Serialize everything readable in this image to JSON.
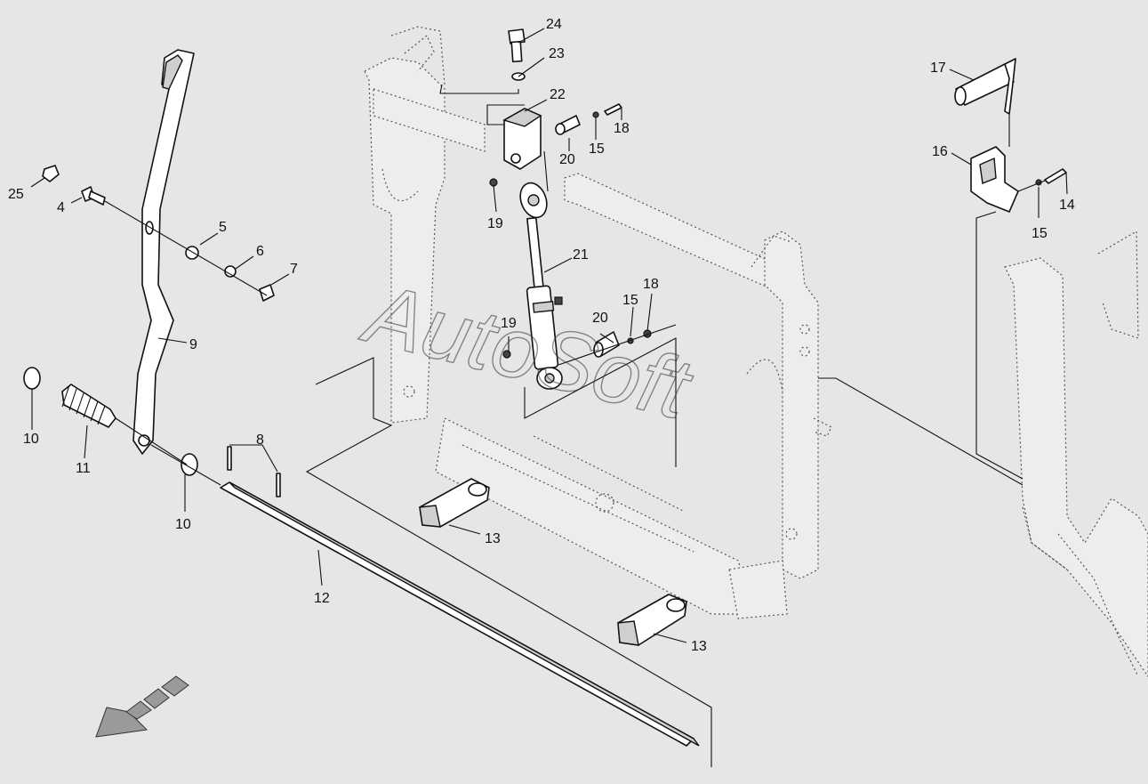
{
  "watermark": "AutoSoft",
  "callouts": [
    {
      "id": "c24",
      "label": "24"
    },
    {
      "id": "c23",
      "label": "23"
    },
    {
      "id": "c22",
      "label": "22"
    },
    {
      "id": "c20a",
      "label": "20"
    },
    {
      "id": "c15a",
      "label": "15"
    },
    {
      "id": "c18a",
      "label": "18"
    },
    {
      "id": "c19a",
      "label": "19"
    },
    {
      "id": "c21",
      "label": "21"
    },
    {
      "id": "c15b",
      "label": "15"
    },
    {
      "id": "c18b",
      "label": "18"
    },
    {
      "id": "c20b",
      "label": "20"
    },
    {
      "id": "c19b",
      "label": "19"
    },
    {
      "id": "c17",
      "label": "17"
    },
    {
      "id": "c16",
      "label": "16"
    },
    {
      "id": "c14",
      "label": "14"
    },
    {
      "id": "c15c",
      "label": "15"
    },
    {
      "id": "c25",
      "label": "25"
    },
    {
      "id": "c4",
      "label": "4"
    },
    {
      "id": "c5",
      "label": "5"
    },
    {
      "id": "c6",
      "label": "6"
    },
    {
      "id": "c7",
      "label": "7"
    },
    {
      "id": "c9",
      "label": "9"
    },
    {
      "id": "c10a",
      "label": "10"
    },
    {
      "id": "c11",
      "label": "11"
    },
    {
      "id": "c10b",
      "label": "10"
    },
    {
      "id": "c8",
      "label": "8"
    },
    {
      "id": "c12",
      "label": "12"
    },
    {
      "id": "c13a",
      "label": "13"
    },
    {
      "id": "c13b",
      "label": "13"
    }
  ]
}
